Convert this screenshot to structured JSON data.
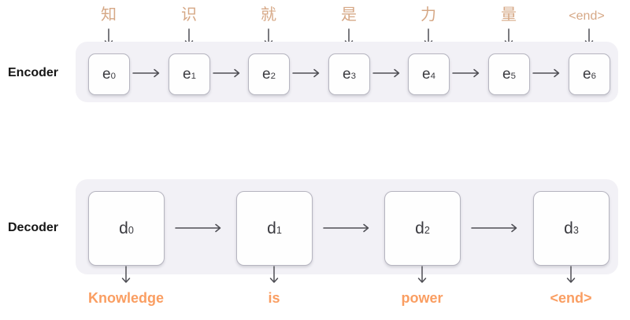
{
  "colors": {
    "page_background": "#ffffff",
    "track_background": "#f2f1f6",
    "box_background": "#fefefe",
    "box_border": "#b6b5c0",
    "arrow": "#4f4f55",
    "encoder_input_text": "#d6a886",
    "decoder_output_text": "#fa9e62",
    "row_label_text": "#161616",
    "unit_text": "#3b3b40"
  },
  "encoder": {
    "label": "Encoder",
    "inputs": [
      "知",
      "识",
      "就",
      "是",
      "力",
      "量",
      "<end>"
    ],
    "units": [
      {
        "base": "e",
        "sub": "0"
      },
      {
        "base": "e",
        "sub": "1"
      },
      {
        "base": "e",
        "sub": "2"
      },
      {
        "base": "e",
        "sub": "3"
      },
      {
        "base": "e",
        "sub": "4"
      },
      {
        "base": "e",
        "sub": "5"
      },
      {
        "base": "e",
        "sub": "6"
      }
    ]
  },
  "decoder": {
    "label": "Decoder",
    "units": [
      {
        "base": "d",
        "sub": "0"
      },
      {
        "base": "d",
        "sub": "1"
      },
      {
        "base": "d",
        "sub": "2"
      },
      {
        "base": "d",
        "sub": "3"
      }
    ],
    "outputs": [
      "Knowledge",
      "is",
      "power",
      "<end>"
    ]
  }
}
